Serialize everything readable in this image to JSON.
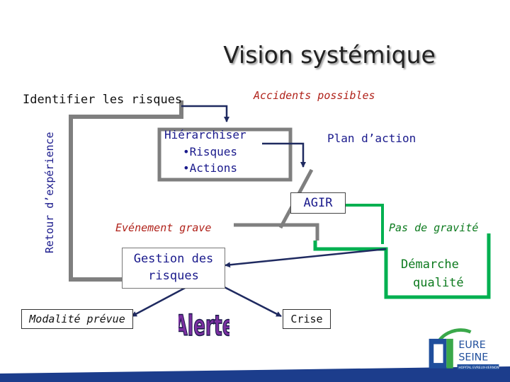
{
  "title": "Vision systémique",
  "labels": {
    "identifier": "Identifier les risques",
    "accidents": "Accidents possibles",
    "retour": "Retour d’expérience",
    "hierarchiser": "Hiérarchiser",
    "risques_item": "•Risques",
    "actions_item": "•Actions",
    "plan": "Plan d’action",
    "agir": "AGIR",
    "evenement": "Evénement grave",
    "pas_gravite": "Pas de gravité",
    "gestion_line1": "Gestion des",
    "gestion_line2": "risques",
    "demarche_line1": "Démarche",
    "demarche_line2": "qualité",
    "modalite": "Modalité prévue",
    "crise": "Crise",
    "alerte": "Alerte"
  },
  "logo": {
    "line1": "EURE",
    "line2": "SEINE",
    "sub": "HOPITAL EVREUX-VERNON"
  },
  "colors": {
    "grey_frame": "#7f7f7f",
    "green_frame": "#00b050",
    "navy_arrow": "#1f2a60",
    "alerte_fill": "#7a2fa0",
    "logo_green": "#3aa84a",
    "logo_blue": "#1f4e9c",
    "footer_blue": "#1c3d8c"
  }
}
